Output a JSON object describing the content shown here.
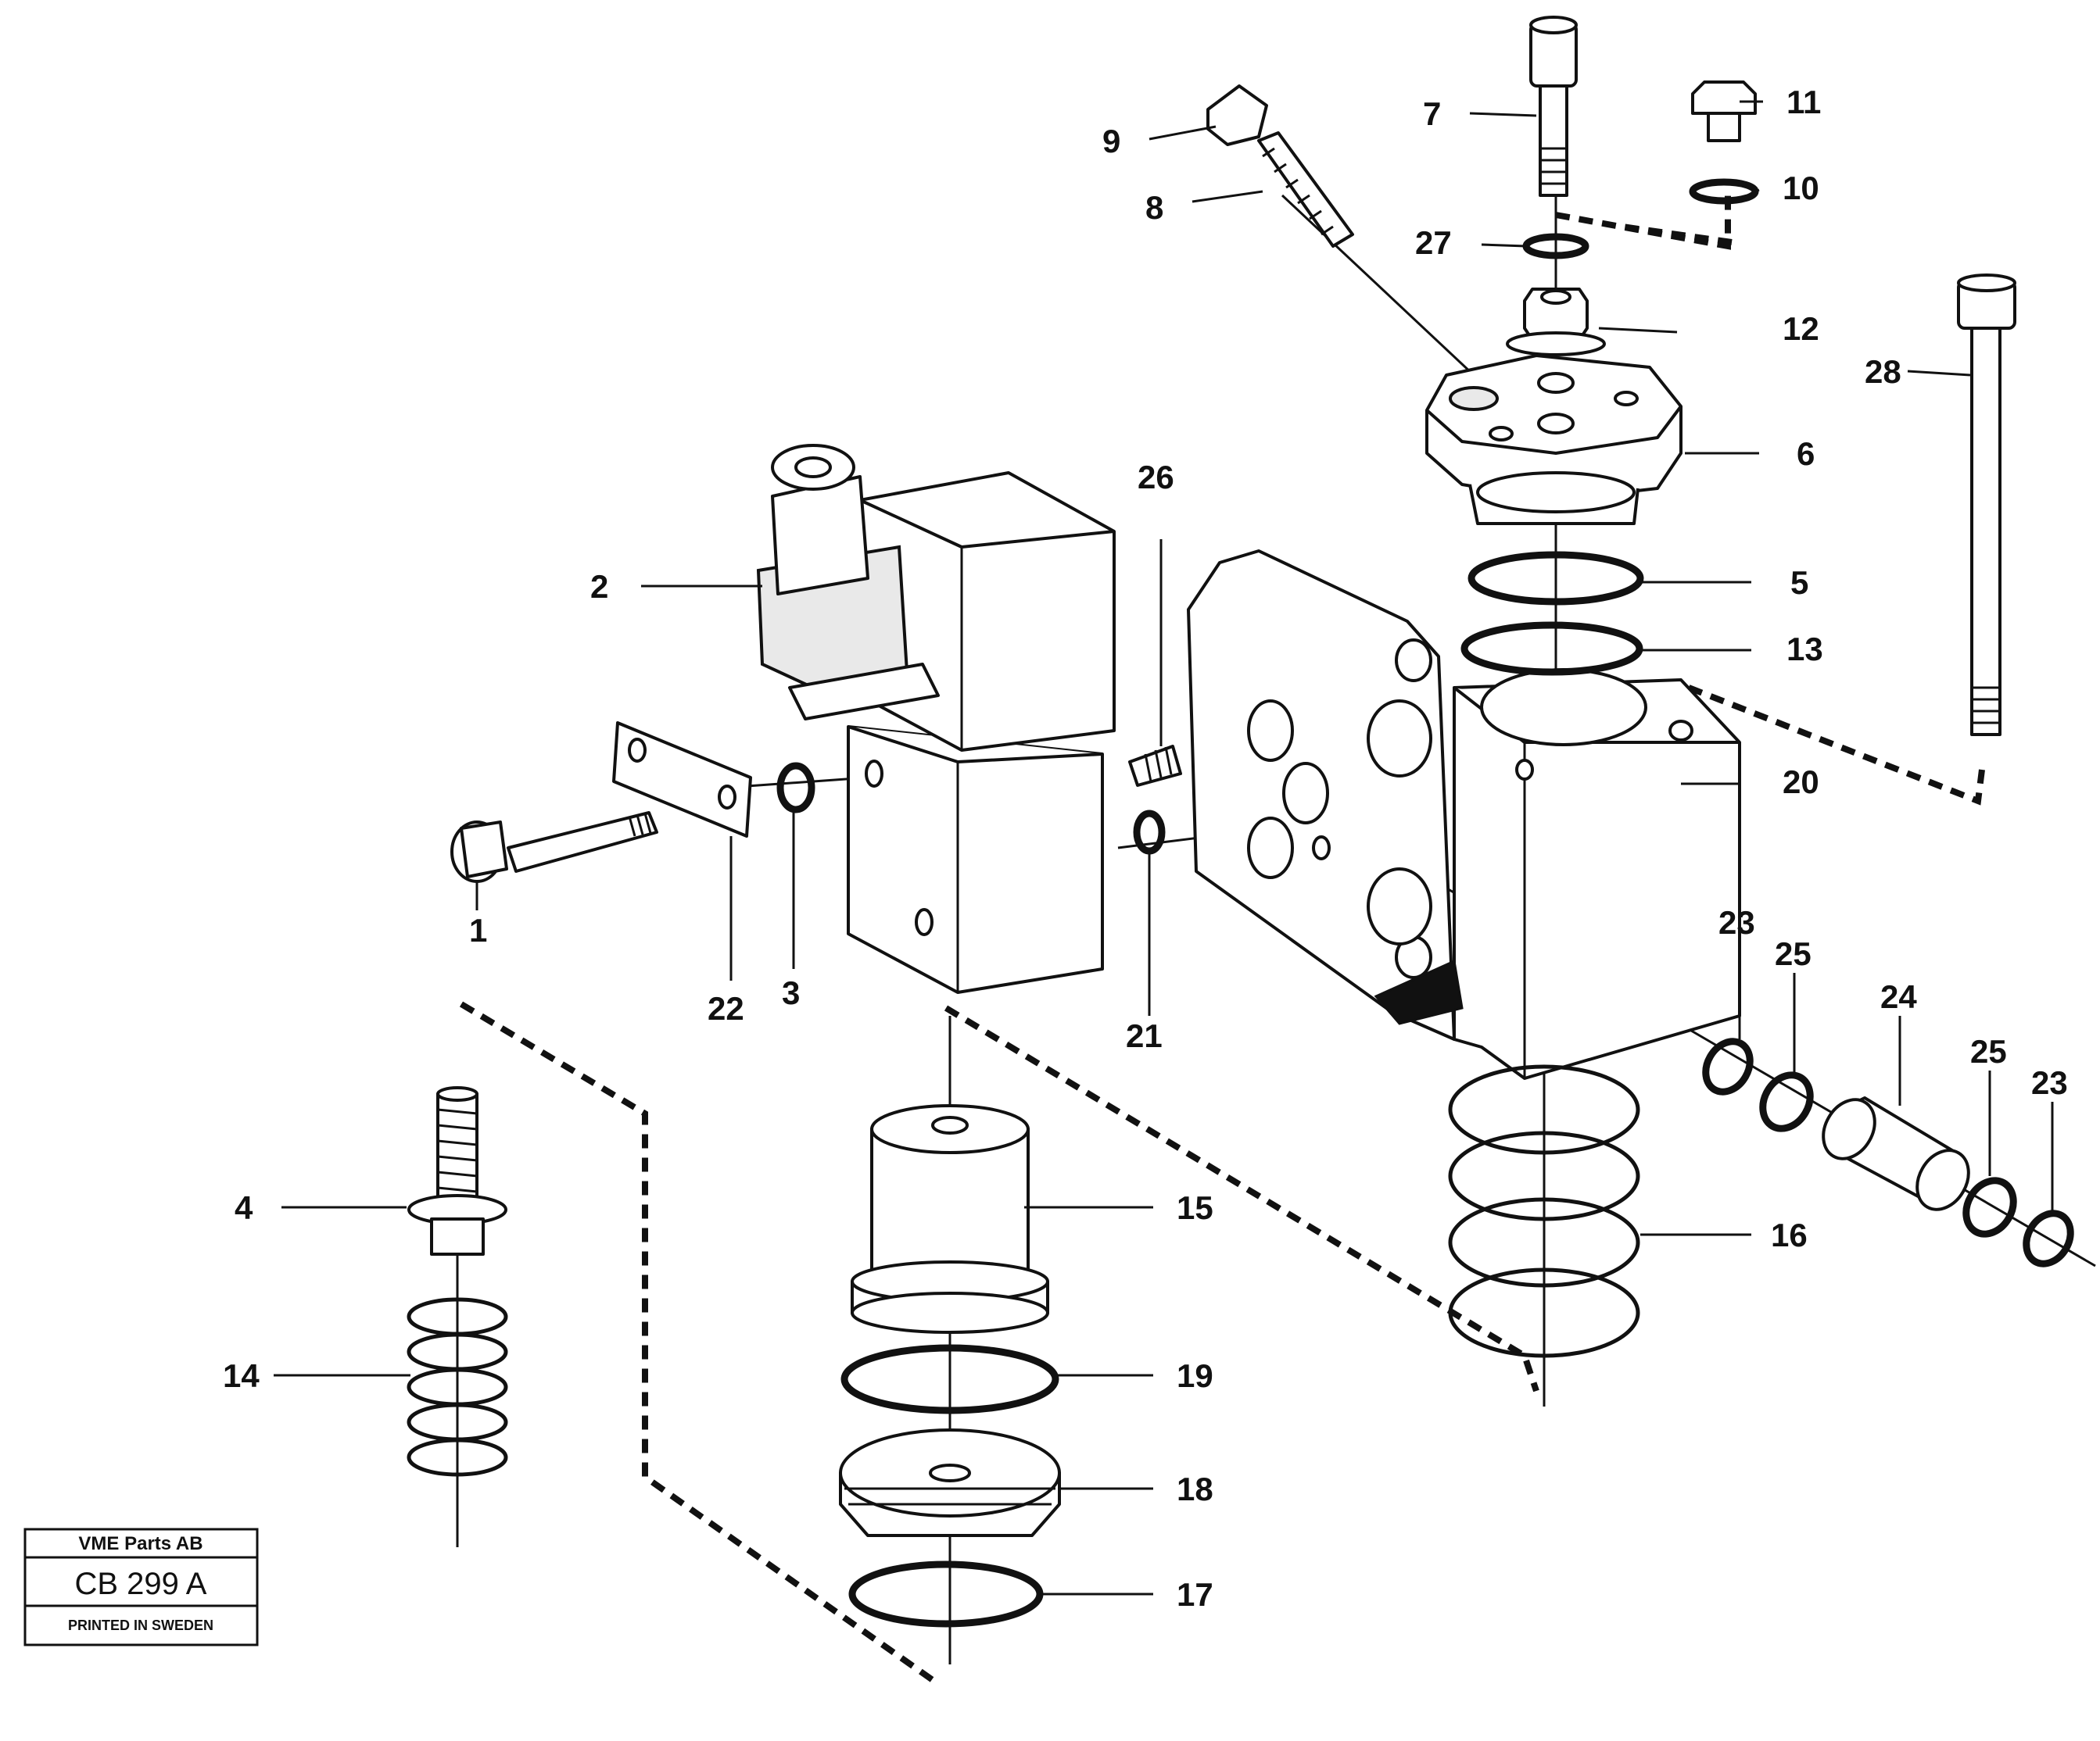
{
  "callouts": {
    "c1": "1",
    "c2": "2",
    "c3": "3",
    "c4": "4",
    "c5": "5",
    "c6": "6",
    "c7": "7",
    "c8": "8",
    "c9": "9",
    "c10": "10",
    "c11": "11",
    "c12": "12",
    "c13": "13",
    "c14": "14",
    "c15": "15",
    "c16": "16",
    "c17": "17",
    "c18": "18",
    "c19": "19",
    "c20": "20",
    "c21": "21",
    "c22": "22",
    "c23a": "23",
    "c23b": "23",
    "c24": "24",
    "c25a": "25",
    "c25b": "25",
    "c26": "26",
    "c27": "27",
    "c28": "28"
  },
  "title_block": {
    "company": "VME Parts AB",
    "code": "CB 299 A",
    "footer": "PRINTED IN SWEDEN"
  }
}
